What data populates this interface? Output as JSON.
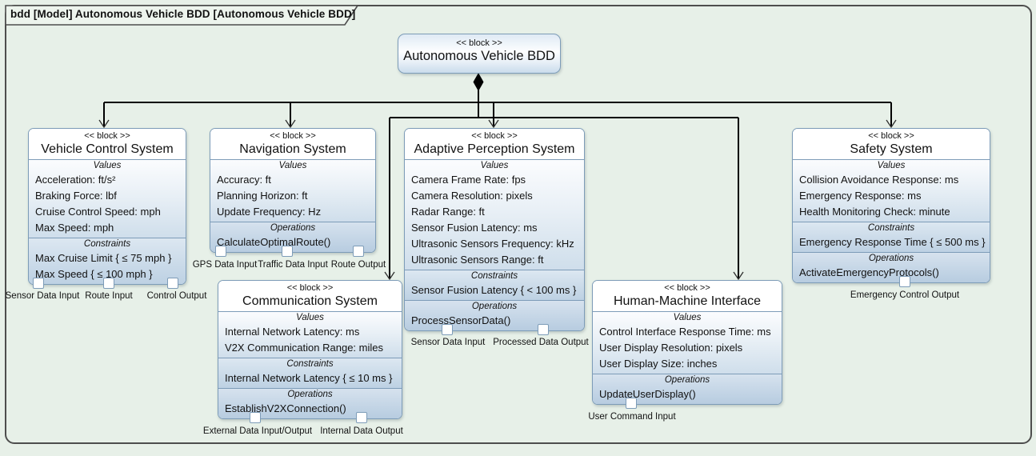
{
  "frame_title": "bdd [Model] Autonomous Vehicle BDD [Autonomous Vehicle BDD]",
  "labels": {
    "stereotype": "<< block >>",
    "values": "Values",
    "constraints": "Constraints",
    "operations": "Operations"
  },
  "root": {
    "name": "Autonomous Vehicle BDD"
  },
  "blocks": [
    {
      "name": "Vehicle Control System",
      "values": [
        "Acceleration: ft/s²",
        "Braking Force: lbf",
        "Cruise Control Speed: mph",
        "Max Speed: mph"
      ],
      "constraints": [
        "Max Cruise Limit { ≤ 75 mph }",
        "Max Speed { ≤ 100 mph }"
      ],
      "ports": [
        "Sensor Data Input",
        "Route Input",
        "Control Output"
      ]
    },
    {
      "name": "Navigation System",
      "values": [
        "Accuracy: ft",
        "Planning Horizon: ft",
        "Update Frequency: Hz"
      ],
      "operations": [
        "CalculateOptimalRoute()"
      ],
      "ports": [
        "GPS Data Input",
        "Traffic Data Input",
        "Route Output"
      ]
    },
    {
      "name": "Communication System",
      "values": [
        "Internal Network Latency: ms",
        "V2X Communication Range: miles"
      ],
      "constraints": [
        "Internal Network Latency { ≤ 10 ms }"
      ],
      "operations": [
        "EstablishV2XConnection()"
      ],
      "ports": [
        "External Data Input/Output",
        "Internal Data Output"
      ]
    },
    {
      "name": "Adaptive Perception System",
      "values": [
        "Camera Frame Rate: fps",
        "Camera Resolution: pixels",
        "Radar Range: ft",
        "Sensor Fusion Latency: ms",
        "Ultrasonic Sensors Frequency: kHz",
        "Ultrasonic Sensors Range: ft"
      ],
      "constraints": [
        "Sensor Fusion Latency { < 100 ms }"
      ],
      "operations": [
        "ProcessSensorData()"
      ],
      "ports": [
        "Sensor Data Input",
        "Processed Data Output"
      ]
    },
    {
      "name": "Human-Machine Interface",
      "values": [
        "Control Interface Response Time: ms",
        "User Display Resolution: pixels",
        "User Display Size: inches"
      ],
      "operations": [
        "UpdateUserDisplay()"
      ],
      "ports": [
        "User Command Input"
      ]
    },
    {
      "name": "Safety System",
      "values": [
        "Collision Avoidance Response: ms",
        "Emergency Response: ms",
        "Health Monitoring Check: minute"
      ],
      "constraints": [
        "Emergency Response Time { ≤ 500 ms }"
      ],
      "operations": [
        "ActivateEmergencyProtocols()"
      ],
      "ports": [
        "Emergency Control Output"
      ]
    }
  ]
}
